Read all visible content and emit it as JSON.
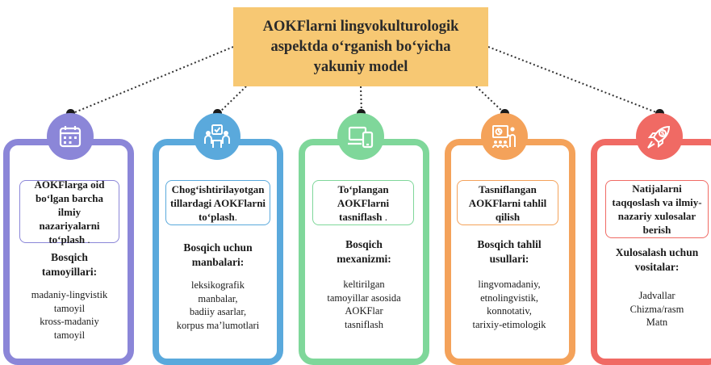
{
  "title": "AOKFlarni lingvokulturologik aspektda o‘rganish bo‘yicha yakuniy model",
  "colors": {
    "title_bg": "#f7c873",
    "stage_1": "#8b86d8",
    "stage_2": "#5aa9dc",
    "stage_3": "#7fd79a",
    "stage_4": "#f4a25a",
    "stage_5": "#f06a64"
  },
  "stages": [
    {
      "icon": "calendar-icon",
      "name": "AOKFlarga oid\nbo‘lgan barcha ilmiy\nnazariyalarni\nto‘plash",
      "name_suffix": " .",
      "sub_title": "Bosqich\ntamoyillari:",
      "items": "madaniy-lingvistik\ntamoyil\nkross-madaniy\ntamoyil"
    },
    {
      "icon": "team-checklist-icon",
      "name": "Chog‘ishtirilayotgan\ntillardagi AOKFlarni\nto‘plash",
      "name_suffix": ".",
      "sub_title": "Bosqich uchun\nmanbalari:",
      "items": "leksikografik\nmanbalar,\nbadiiy asarlar,\nkorpus ma’lumotlari"
    },
    {
      "icon": "devices-icon",
      "name": "To‘plangan\nAOKFlarni\ntasniflash",
      "name_suffix": " .",
      "sub_title": "Bosqich\nmexanizmi:",
      "items": "keltirilgan\ntamoyillar asosida\nAOKFlar\ntasniflash"
    },
    {
      "icon": "presentation-icon",
      "name": "Tasniflangan\nAOKFlarni tahlil\nqilish",
      "name_suffix": "",
      "sub_title": "Bosqich tahlil\nusullari:",
      "items": "lingvomadaniy,\netnolingvistik,\nkonnotativ,\ntarixiy-etimologik"
    },
    {
      "icon": "rocket-dollar-icon",
      "name": "Natijalarni\ntaqqoslash va ilmiy-\nnazariy xulosalar\nberish",
      "name_suffix": "",
      "sub_title": "Xulosalash uchun\nvositalar:",
      "items": "Jadvallar\nChizma/rasm\nMatn"
    }
  ]
}
